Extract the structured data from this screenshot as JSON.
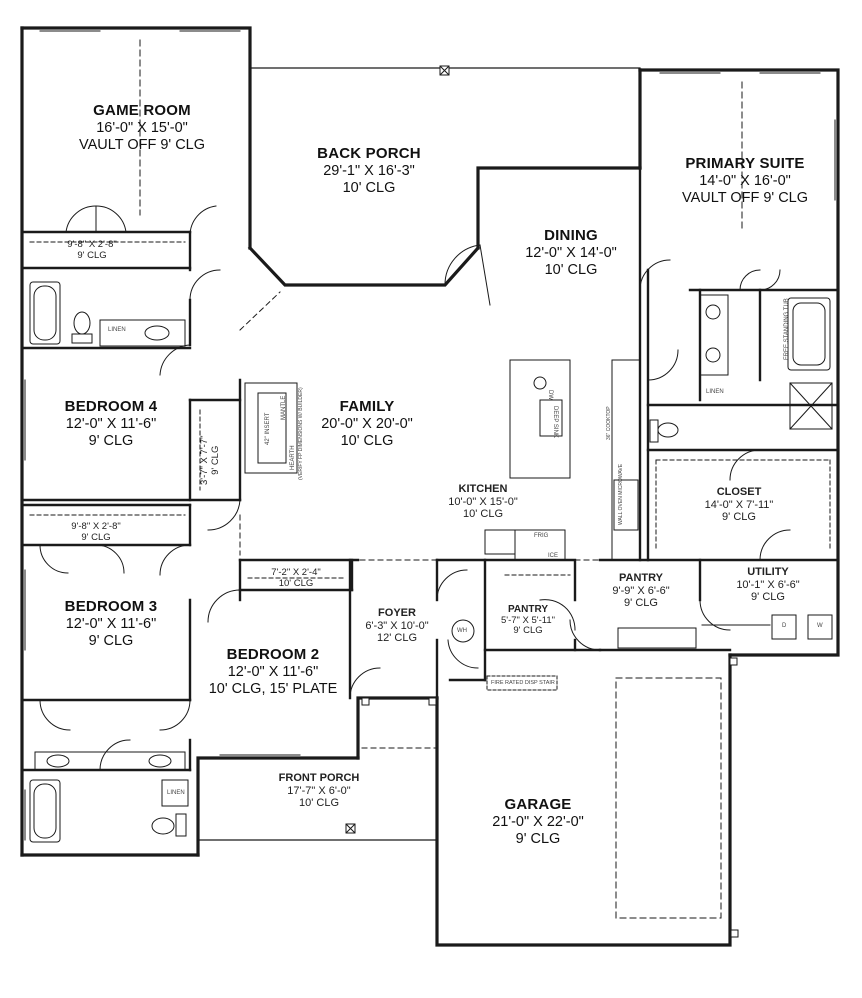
{
  "rooms": {
    "game_room": {
      "name": "GAME ROOM",
      "dims": "16'-0\" X 15'-0\"",
      "clg": "VAULT OFF 9' CLG"
    },
    "back_porch": {
      "name": "BACK PORCH",
      "dims": "29'-1\" X 16'-3\"",
      "clg": "10' CLG"
    },
    "primary_suite": {
      "name": "PRIMARY SUITE",
      "dims": "14'-0\" X 16'-0\"",
      "clg": "VAULT OFF 9' CLG"
    },
    "dining": {
      "name": "DINING",
      "dims": "12'-0\" X 14'-0\"",
      "clg": "10' CLG"
    },
    "bedroom4": {
      "name": "BEDROOM 4",
      "dims": "12'-0\" X 11'-6\"",
      "clg": "9' CLG"
    },
    "family": {
      "name": "FAMILY",
      "dims": "20'-0\" X 20'-0\"",
      "clg": "10' CLG"
    },
    "bedroom3": {
      "name": "BEDROOM 3",
      "dims": "12'-0\" X 11'-6\"",
      "clg": "9' CLG"
    },
    "bedroom2": {
      "name": "BEDROOM 2",
      "dims": "12'-0\" X 11'-6\"",
      "clg": "10' CLG, 15' PLATE"
    },
    "garage": {
      "name": "GARAGE",
      "dims": "21'-0\" X 22'-0\"",
      "clg": "9' CLG"
    },
    "kitchen": {
      "name": "KITCHEN",
      "dims": "10'-0\" X 15'-0\"",
      "clg": "10' CLG"
    },
    "closet": {
      "name": "CLOSET",
      "dims": "14'-0\" X 7'-11\"",
      "clg": "9' CLG"
    },
    "utility": {
      "name": "UTILITY",
      "dims": "10'-1\" X 6'-6\"",
      "clg": "9' CLG"
    },
    "pantry_main": {
      "name": "PANTRY",
      "dims": "9'-9\" X 6'-6\"",
      "clg": "9' CLG"
    },
    "pantry_small": {
      "name": "PANTRY",
      "dims": "5'-7\" X 5'-11\"",
      "clg": "9' CLG"
    },
    "foyer": {
      "name": "FOYER",
      "dims": "6'-3\" X 10'-0\"",
      "clg": "12' CLG"
    },
    "front_porch": {
      "name": "FRONT PORCH",
      "dims": "17'-7\" X 6'-0\"",
      "clg": "10' CLG"
    }
  },
  "closets": {
    "game_closet": {
      "dims": "9'-8\" X 2'-8\"",
      "clg": "9' CLG"
    },
    "bed3_closet": {
      "dims": "9'-8\" X 2'-8\"",
      "clg": "9' CLG"
    },
    "bed4_closet": {
      "dims": "3'-7\" X 7'-7\"",
      "clg": "9' CLG"
    },
    "bed2_closet": {
      "dims": "7'-2\" X 2'-4\"",
      "clg": "10' CLG"
    }
  },
  "fixtures": {
    "linen1": "LINEN",
    "linen2": "LINEN",
    "linen3": "LINEN",
    "frig": "FRIG",
    "ice": "ICE",
    "dw": "DW",
    "wh": "WH",
    "washer": "W",
    "dryer": "D",
    "fire_rated_stair": "FIRE RATED DISP STAIR",
    "free_standing_tub": "FREE STANDING TUB",
    "fireplace_insert": "42\" INSERT",
    "mantle": "MANTLE",
    "hearth": "HEARTH",
    "hearth_note": "(VERIFY FP DIMENSIONS W/ BUILDER)",
    "wall_oven": "WALL OVEN MICROWAVE",
    "counter_36": "36\" COOKTOP",
    "prep_sink": "DEEP SINK"
  }
}
